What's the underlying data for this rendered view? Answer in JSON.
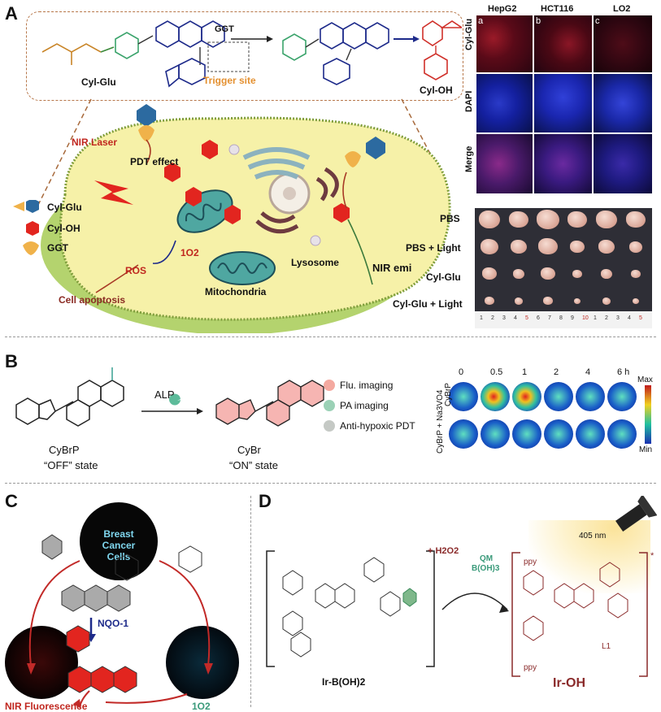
{
  "panels": {
    "A": {
      "label": "A",
      "reaction": {
        "reactant": "Cyl-Glu",
        "enzyme": "GGT",
        "trigger": "Trigger site",
        "product": "Cyl-OH"
      },
      "cell_labels": {
        "nir_laser": "NIR Laser",
        "pdt_effect": "PDT effect",
        "singlet_o2": "1O2",
        "ros": "ROS",
        "apoptosis": "Cell apoptosis",
        "mitochondria": "Mitochondria",
        "lysosome": "Lysosome",
        "nir_emi": "NIR emi"
      },
      "legend": [
        {
          "label": "Cyl-Glu",
          "icon": "probe-icon"
        },
        {
          "label": "Cyl-OH",
          "icon": "hexagon-icon"
        },
        {
          "label": "GGT",
          "icon": "enzyme-icon"
        }
      ],
      "microscopy": {
        "columns": [
          "HepG2",
          "HCT116",
          "LO2"
        ],
        "column_letters": [
          "a",
          "b",
          "c"
        ],
        "rows": [
          "Cyl-Glu",
          "DAPI",
          "Merge"
        ]
      },
      "tumors": {
        "rows": [
          "PBS",
          "PBS + Light",
          "Cyl-Glu",
          "Cyl-Glu + Light"
        ],
        "ruler": [
          "1",
          "2",
          "3",
          "4",
          "5",
          "6",
          "7",
          "8",
          "9",
          "10",
          "1",
          "2",
          "3",
          "4",
          "5"
        ]
      }
    },
    "B": {
      "label": "B",
      "enzyme": "ALP",
      "reactant_name": "CyBrP",
      "reactant_state": "“OFF” state",
      "product_name": "CyBr",
      "product_state": "“ON” state",
      "features": [
        "Flu. imaging",
        "PA imaging",
        "Anti-hypoxic PDT"
      ],
      "time_points": [
        "0",
        "0.5",
        "1",
        "2",
        "4",
        "6 h"
      ],
      "rows": [
        "CyBrP",
        "CyBrP + Na3VO4"
      ],
      "colorbar": {
        "max": "Max",
        "min": "Min"
      }
    },
    "C": {
      "label": "C",
      "top": "Breast Cancer Cells",
      "enzyme": "NQO-1",
      "left": "NIR Fluorescence",
      "right": "1O2"
    },
    "D": {
      "label": "D",
      "reagent": "+ H2O2",
      "arrow_top": "QM",
      "arrow_bottom": "B(OH)3",
      "light": "405 nm",
      "reactant": "Ir-B(OH)2",
      "product": "Ir-OH",
      "ligand_top": "ppy",
      "ligand_bottom": "ppy",
      "ligand_l": "L1",
      "star": "*"
    }
  },
  "colors": {
    "red": "#c0271f",
    "orange": "#e49030",
    "teal": "#3a9a7a",
    "cyan": "#7fd6ee",
    "cell": "#f6f1a8",
    "navy": "#1d2a8a"
  }
}
